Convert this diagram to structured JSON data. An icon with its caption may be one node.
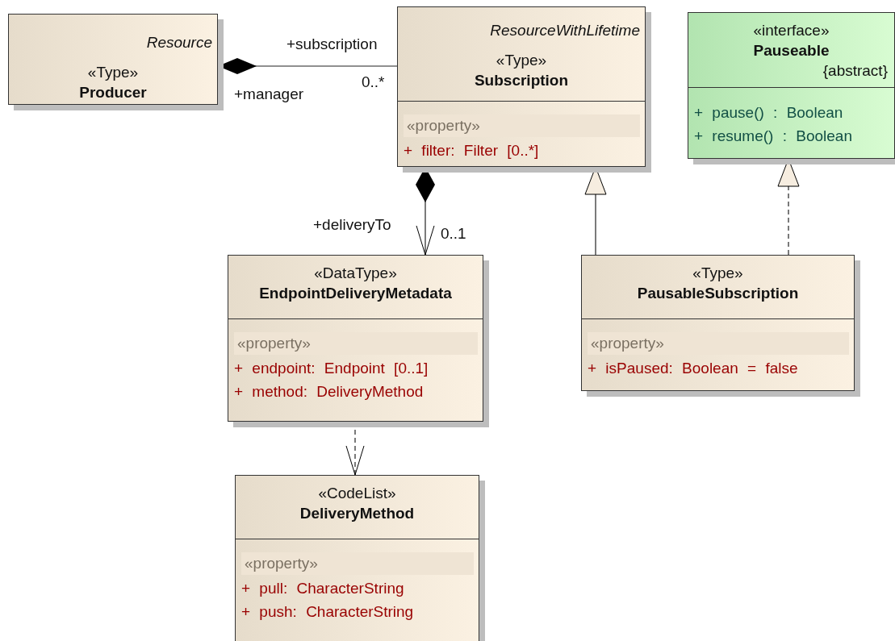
{
  "diagram": {
    "nodes": [
      {
        "text": [
          "Resource",
          "«Type»",
          "Producer"
        ]
      },
      {
        "text": [
          "ResourceWithLifetime",
          "«Type»",
          "Subscription",
          "«property»",
          "+ filter: Filter [0..*]"
        ]
      },
      {
        "text": [
          "«interface»",
          "Pauseable",
          "{abstract}",
          "+ pause() : Boolean",
          "+ resume() : Boolean"
        ]
      },
      {
        "text": [
          "«DataType»",
          "EndpointDeliveryMetadata",
          "«property»",
          "+ endpoint: Endpoint [0..1]",
          "+ method: DeliveryMethod"
        ]
      },
      {
        "text": [
          "«Type»",
          "PausableSubscription",
          "«property»",
          "+ isPaused: Boolean = false"
        ]
      },
      {
        "text": [
          "«CodeList»",
          "DeliveryMethod",
          "«property»",
          "+ pull: CharacterString",
          "+ push: CharacterString"
        ]
      }
    ],
    "edges": [
      {
        "from": 0,
        "to": 1,
        "arrow": "other"
      },
      {
        "from": 1,
        "to": 3,
        "arrow": "to"
      },
      {
        "from": 4,
        "to": 1,
        "arrow": "to"
      },
      {
        "from": 4,
        "to": 2,
        "arrow": "to",
        "style": "dashed"
      },
      {
        "from": 3,
        "to": 5,
        "arrow": "to",
        "style": "dashed"
      }
    ],
    "labels": [
      "+subscription",
      "+manager",
      "0..*",
      "+deliveryTo",
      "0..1"
    ]
  }
}
